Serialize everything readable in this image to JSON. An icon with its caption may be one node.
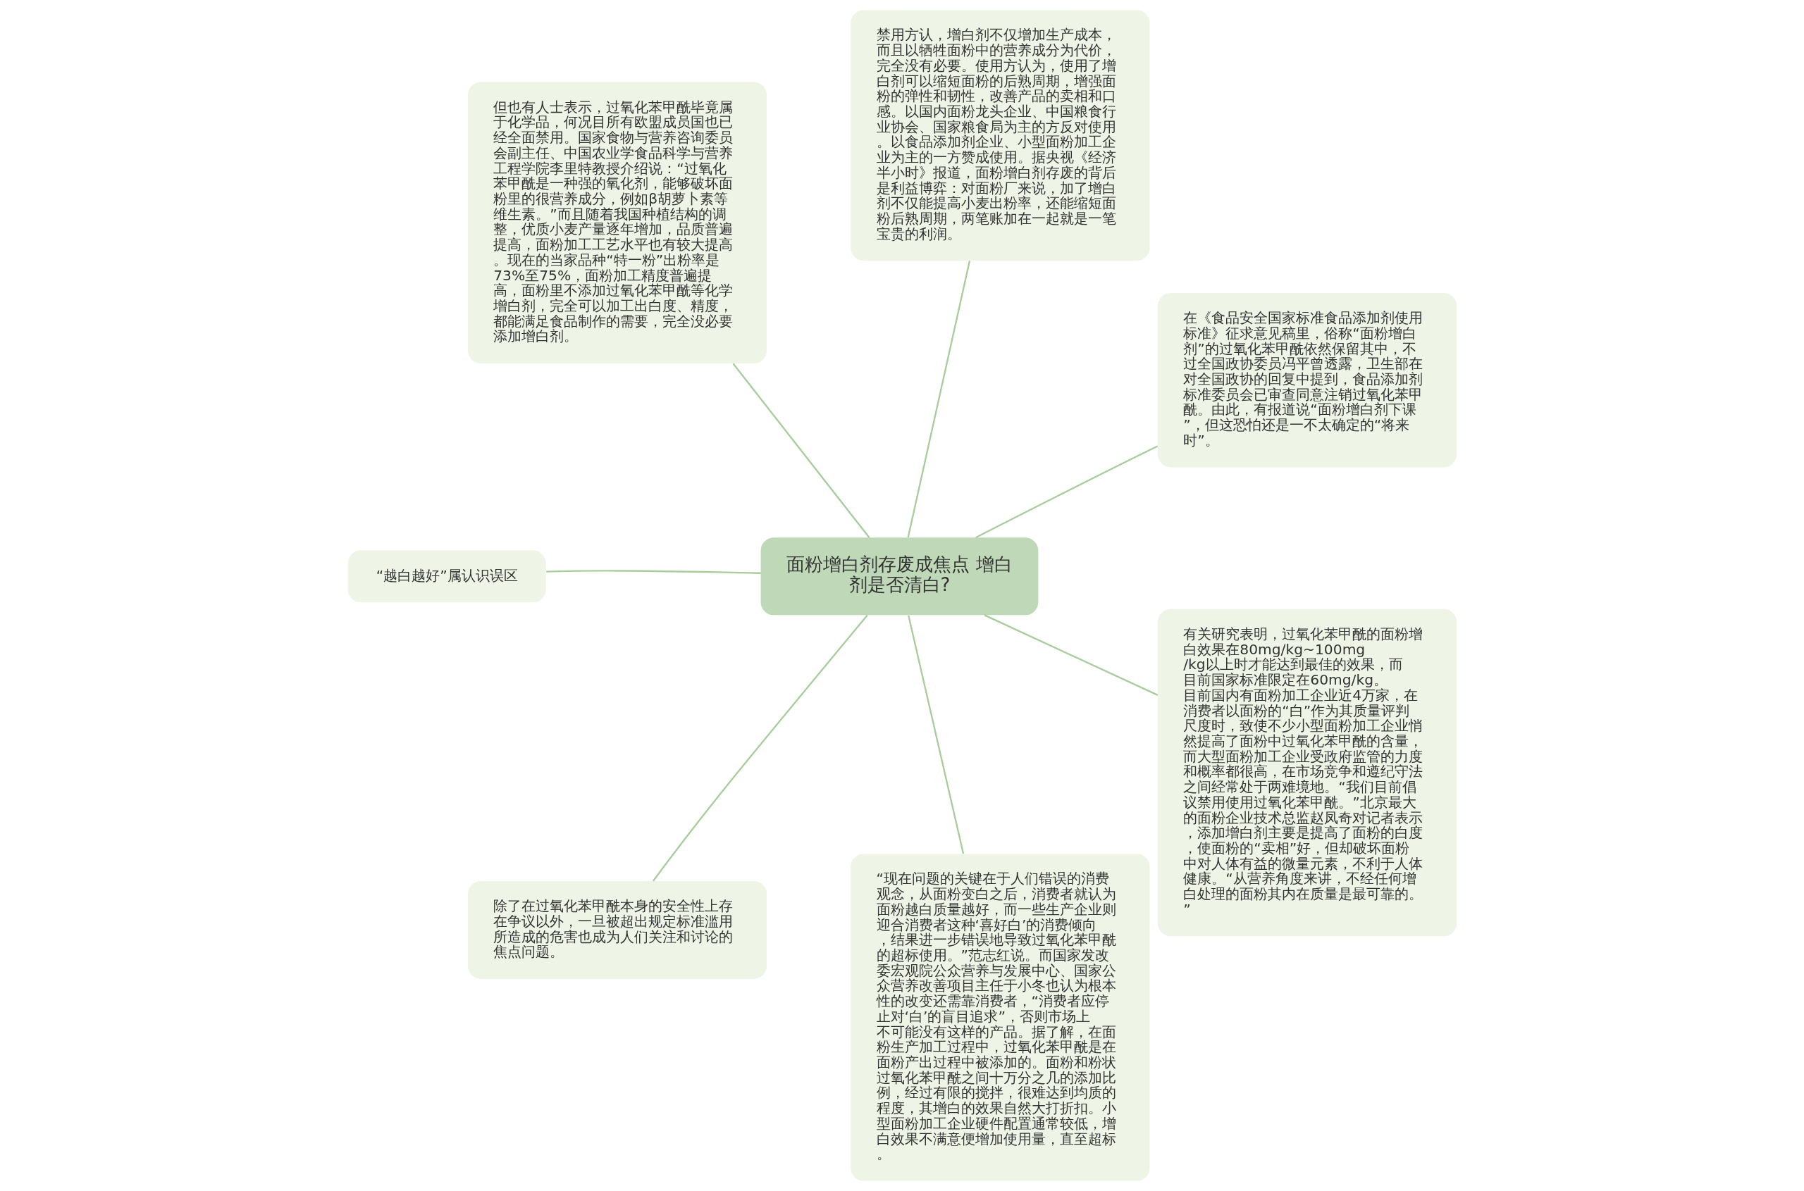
{
  "diagram": {
    "nodes": [
      {
        "text": [
          "面粉增白剂存废成焦点 增白剂是否清白?"
        ]
      },
      {
        "text": [
          "在《食品安全国家标准食品添加剂使用标准》征求意见稿里，俗称“面粉增白剂”的过氧化苯甲酰依然保留其中，不过全国政协委员冯平曾透露，卫生部在对全国政协的回复中提到，食品添加剂标准委员会已审查同意注销过氧化苯甲酰。由此，有报道说“面粉增白剂下课”，但这恐怕还是一不太确定的“将来时”。"
        ]
      },
      {
        "text": [
          "禁用方认，增白剂不仅增加生产成本，而且以牺牲面粉中的营养成分为代价，完全没有必要。使用方认为，使用了增白剂可以缩短面粉的后熟周期，增强面粉的弹性和韧性，改善产品的卖相和口感。以国内面粉龙头企业、中国粮食行业协会、国家粮食局为主的方反对使用。以食品添加剂企业、小型面粉加工企业为主的一方赞成使用。据央视《经济半小时》报道，面粉增白剂存废的背后是利益博弈：对面粉厂来说，加了增白剂不仅能提高小麦出粉率，还能缩短面粉后熟周期，两笔账加在一起就是一笔宝贵的利润。"
        ]
      },
      {
        "text": [
          "但也有人士表示，过氧化苯甲酰毕竟属于化学品，何况目所有欧盟成员国也已经全面禁用。国家食物与营养咨询委员会副主任、中国农业学食品科学与营养工程学院李里特教授介绍说：“过氧化苯甲酰是一种强的氧化剂，能够破坏面粉里的很营养成分，例如β胡萝卜素等维生素。”而且随着我国种植结构的调整，优质小麦产量逐年增加，品质普遍提高，面粉加工工艺水平也有较大提高。现在的当家品种“特一粉”出粉率是73%至75%，面粉加工精度普遍提高，面粉里不添加过氧化苯甲酰等化学增白剂，完全可以加工出白度、精度，都能满足食品制作的需要，完全没必要添加增白剂。"
        ]
      },
      {
        "text": [
          "“越白越好”属认识误区"
        ]
      },
      {
        "text": [
          "除了在过氧化苯甲酰本身的安全性上存在争议以外，一旦被超出规定标准滥用所造成的危害也成为人们关注和讨论的焦点问题。"
        ]
      },
      {
        "text": [
          "“现在问题的关键在于人们错误的消费观念，从面粉变白之后，消费者就认为面粉越白质量越好，而一些生产企业则迎合消费者这种‘喜好白’的消费倾向，结果进一步错误地导致过氧化苯甲酰的超标使用。”范志红说。而国家发改委宏观院公众营养与发展中心、国家公众营养改善项目主任于小冬也认为根本性的改变还需靠消费者，“消费者应停止对‘白’的盲目追求”，否则市场上不可能没有这样的产品。据了解，在面粉生产加工过程中，过氧化苯甲酰是在面粉产出过程中被添加的。面粉和粉状过氧化苯甲酰之间十万分之几的添加比例，经过有限的搅拌，很难达到均质的程度，其增白的效果自然大打折扣。小型面粉加工企业硬件配置通常较低，增白效果不满意便增加使用量，直至超标。"
        ]
      },
      {
        "text": [
          "有关研究表明，过氧化苯甲酰的面粉增白效果在80mg/kg~100mg/kg以上时才能达到最佳的效果，而目前国家标准限定在60mg/kg。目前国内有面粉加工企业近4万家，在消费者以面粉的“白”作为其质量评判尺度时，致使不少小型面粉加工企业悄然提高了面粉中过氧化苯甲酰的含量，而大型面粉加工企业受政府监管的力度和概率都很高，在市场竞争和遵纪守法之间经常处于两难境地。“我们目前倡议禁用使用过氧化苯甲酰。”北京最大的面粉企业技术总监赵凤奇对记者表示，添加增白剂主要是提高了面粉的白度，使面粉的“卖相”好，但却破坏面粉中对人体有益的微量元素，不利于人体健康。“从营养角度来讲，不经任何增白处理的面粉其内在质量是最可靠的。”"
        ]
      }
    ],
    "edges": [
      {
        "from": 0,
        "to": 1,
        "arrow": "none"
      },
      {
        "from": 0,
        "to": 2,
        "arrow": "none"
      },
      {
        "from": 0,
        "to": 3,
        "arrow": "none"
      },
      {
        "from": 0,
        "to": 4,
        "arrow": "none"
      },
      {
        "from": 0,
        "to": 5,
        "arrow": "none"
      },
      {
        "from": 0,
        "to": 6,
        "arrow": "none"
      },
      {
        "from": 0,
        "to": 7,
        "arrow": "none"
      }
    ]
  }
}
